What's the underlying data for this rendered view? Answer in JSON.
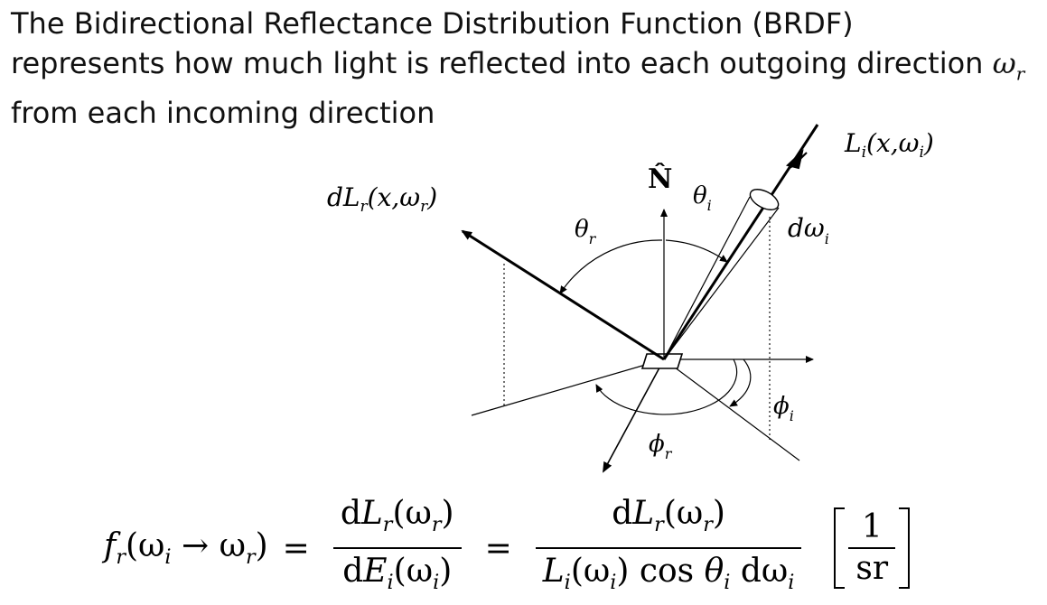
{
  "heading": {
    "line1": "The Bidirectional Reflectance Distribution Function (BRDF)",
    "line2": "represents how much light is reflected into each outgoing direction",
    "line2_symbol": "ω",
    "line2_symbol_sub": "r",
    "line3": "from each incoming direction"
  },
  "diagram_labels": {
    "normal": "N̂",
    "incoming_radiance": "L",
    "incoming_radiance_sub": "i",
    "incoming_radiance_args": "(x,ω",
    "incoming_radiance_args_sub": "i",
    "incoming_radiance_close": ")",
    "outgoing_radiance": "dL",
    "outgoing_radiance_sub": "r",
    "outgoing_radiance_args": "(x,ω",
    "outgoing_radiance_args_sub": "r",
    "outgoing_radiance_close": ")",
    "theta_i": "θ",
    "theta_i_sub": "i",
    "theta_r": "θ",
    "theta_r_sub": "r",
    "solid_angle": "dω",
    "solid_angle_sub": "i",
    "phi_i": "ϕ",
    "phi_i_sub": "i",
    "phi_r": "ϕ",
    "phi_r_sub": "r"
  },
  "formula": {
    "lhs": "f",
    "lhs_sub": "r",
    "lhs_args_open": "(ω",
    "lhs_args_sub1": "i",
    "lhs_arrow": " → ω",
    "lhs_args_sub2": "r",
    "lhs_close": ")",
    "equals": "=",
    "frac1_num_d": "d",
    "frac1_num_L": "L",
    "frac1_num_sub": "r",
    "frac1_num_arg": "(ω",
    "frac1_num_arg_sub": "r",
    "frac1_num_close": ")",
    "frac1_den_d": "d",
    "frac1_den_E": "E",
    "frac1_den_sub": "i",
    "frac1_den_arg": "(ω",
    "frac1_den_arg_sub": "i",
    "frac1_den_close": ")",
    "frac2_num_d": "d",
    "frac2_num_L": "L",
    "frac2_num_sub": "r",
    "frac2_num_arg": "(ω",
    "frac2_num_arg_sub": "r",
    "frac2_num_close": ")",
    "frac2_den_L": "L",
    "frac2_den_sub": "i",
    "frac2_den_arg": "(ω",
    "frac2_den_arg_sub": "i",
    "frac2_den_close": ")",
    "frac2_den_cos": " cos ",
    "frac2_den_theta": "θ",
    "frac2_den_theta_sub": "i",
    "frac2_den_domega": " dω",
    "frac2_den_domega_sub": "i",
    "units_num": "1",
    "units_den": "sr"
  }
}
